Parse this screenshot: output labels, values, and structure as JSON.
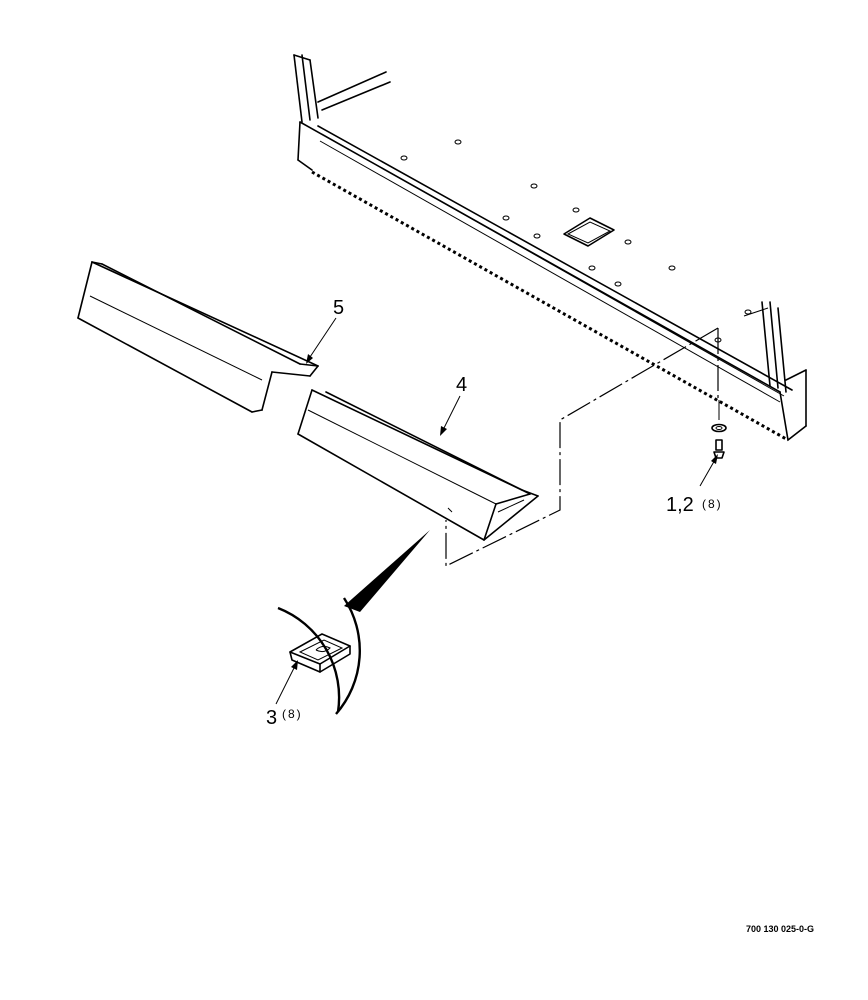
{
  "callouts": {
    "item_5": "5",
    "item_4": "4",
    "item_1_2": "1,2",
    "item_1_2_qty": "(8)",
    "item_3": "3",
    "item_3_qty": "(8)"
  },
  "figure_id": "700 130 025-0-G"
}
